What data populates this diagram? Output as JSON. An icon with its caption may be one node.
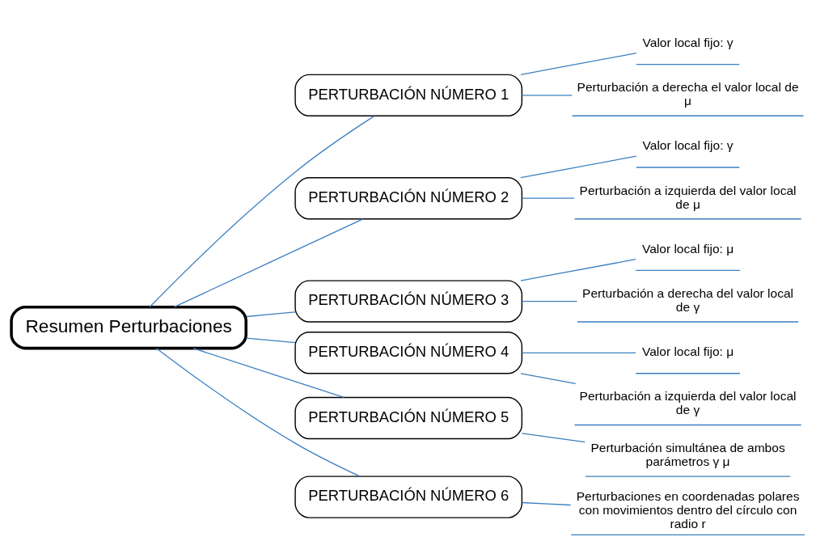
{
  "diagram": {
    "nodes": [
      {
        "text": [
          "Resumen Perturbaciones"
        ]
      },
      {
        "text": [
          "PERTURBACIÓN NÚMERO 1"
        ]
      },
      {
        "text": [
          "Valor local fijo: γ"
        ]
      },
      {
        "text": [
          "Perturbación a derecha el valor local de μ"
        ]
      },
      {
        "text": [
          "PERTURBACIÓN NÚMERO 2"
        ]
      },
      {
        "text": [
          "Valor local fijo: γ"
        ]
      },
      {
        "text": [
          "Perturbación a izquierda del valor local de μ"
        ]
      },
      {
        "text": [
          "PERTURBACIÓN NÚMERO 3"
        ]
      },
      {
        "text": [
          "Valor local fijo: μ"
        ]
      },
      {
        "text": [
          "Perturbación a derecha del valor local de γ"
        ]
      },
      {
        "text": [
          "PERTURBACIÓN NÚMERO 4"
        ]
      },
      {
        "text": [
          "Valor local fijo: μ"
        ]
      },
      {
        "text": [
          "Perturbación a izquierda del valor local de γ"
        ]
      },
      {
        "text": [
          "PERTURBACIÓN NÚMERO 5"
        ]
      },
      {
        "text": [
          "Perturbación simultánea de ambos parámetros γ μ"
        ]
      },
      {
        "text": [
          "PERTURBACIÓN NÚMERO 6"
        ]
      },
      {
        "text": [
          "Perturbaciones en coordenadas polares con movimientos dentro del círculo con radio r"
        ]
      }
    ],
    "edges": [
      {
        "from": 0,
        "to": 1,
        "arrow": "none"
      },
      {
        "from": 0,
        "to": 4,
        "arrow": "none"
      },
      {
        "from": 0,
        "to": 7,
        "arrow": "none"
      },
      {
        "from": 0,
        "to": 10,
        "arrow": "none"
      },
      {
        "from": 0,
        "to": 13,
        "arrow": "none"
      },
      {
        "from": 0,
        "to": 15,
        "arrow": "none"
      },
      {
        "from": 1,
        "to": 2,
        "arrow": "none"
      },
      {
        "from": 1,
        "to": 3,
        "arrow": "none"
      },
      {
        "from": 4,
        "to": 5,
        "arrow": "none"
      },
      {
        "from": 4,
        "to": 6,
        "arrow": "none"
      },
      {
        "from": 7,
        "to": 8,
        "arrow": "none"
      },
      {
        "from": 7,
        "to": 9,
        "arrow": "none"
      },
      {
        "from": 10,
        "to": 11,
        "arrow": "none"
      },
      {
        "from": 10,
        "to": 12,
        "arrow": "none"
      },
      {
        "from": 13,
        "to": 14,
        "arrow": "none"
      },
      {
        "from": 15,
        "to": 16,
        "arrow": "none"
      }
    ]
  }
}
